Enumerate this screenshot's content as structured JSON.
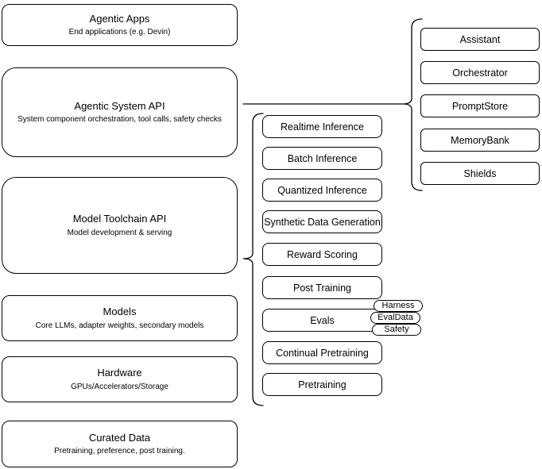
{
  "diagram": {
    "colors": {
      "background": "#ffffff",
      "stroke": "#000000",
      "text": "#000000"
    },
    "left_stack": {
      "items": [
        {
          "title": "Agentic Apps",
          "subtitle": "End applications (e.g. Devin)"
        },
        {
          "title": "Agentic System API",
          "subtitle": "System component orchestration, tool calls, safety checks"
        },
        {
          "title": "Model Toolchain API",
          "subtitle": "Model development & serving"
        },
        {
          "title": "Models",
          "subtitle": "Core LLMs, adapter weights, secondary models"
        },
        {
          "title": "Hardware",
          "subtitle": "GPUs/Accelerators/Storage"
        },
        {
          "title": "Curated Data",
          "subtitle": "Pretraining, preference, post training."
        }
      ]
    },
    "toolchain_services": {
      "items": [
        "Realtime Inference",
        "Batch Inference",
        "Quantized Inference",
        "Synthetic Data Generation",
        "Reward Scoring",
        "Post Training",
        "Evals",
        "Continual Pretraining",
        "Pretraining"
      ]
    },
    "eval_tags": {
      "items": [
        "Harness",
        "EvalData",
        "Safety"
      ]
    },
    "system_components": {
      "items": [
        "Assistant",
        "Orchestrator",
        "PromptStore",
        "MemoryBank",
        "Shields"
      ]
    }
  }
}
